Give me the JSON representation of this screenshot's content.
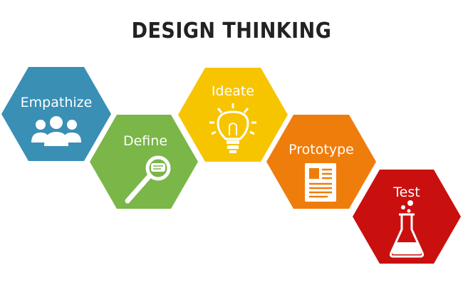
{
  "title": "DESIGN THINKING",
  "stages": [
    {
      "label": "Empathize",
      "color": "#3a8fb5",
      "icon": "people-icon"
    },
    {
      "label": "Define",
      "color": "#7ab648",
      "icon": "magnifier-icon"
    },
    {
      "label": "Ideate",
      "color": "#f7c400",
      "icon": "lightbulb-icon"
    },
    {
      "label": "Prototype",
      "color": "#ef7d0b",
      "icon": "document-icon"
    },
    {
      "label": "Test",
      "color": "#c9100f",
      "icon": "flask-icon"
    }
  ]
}
